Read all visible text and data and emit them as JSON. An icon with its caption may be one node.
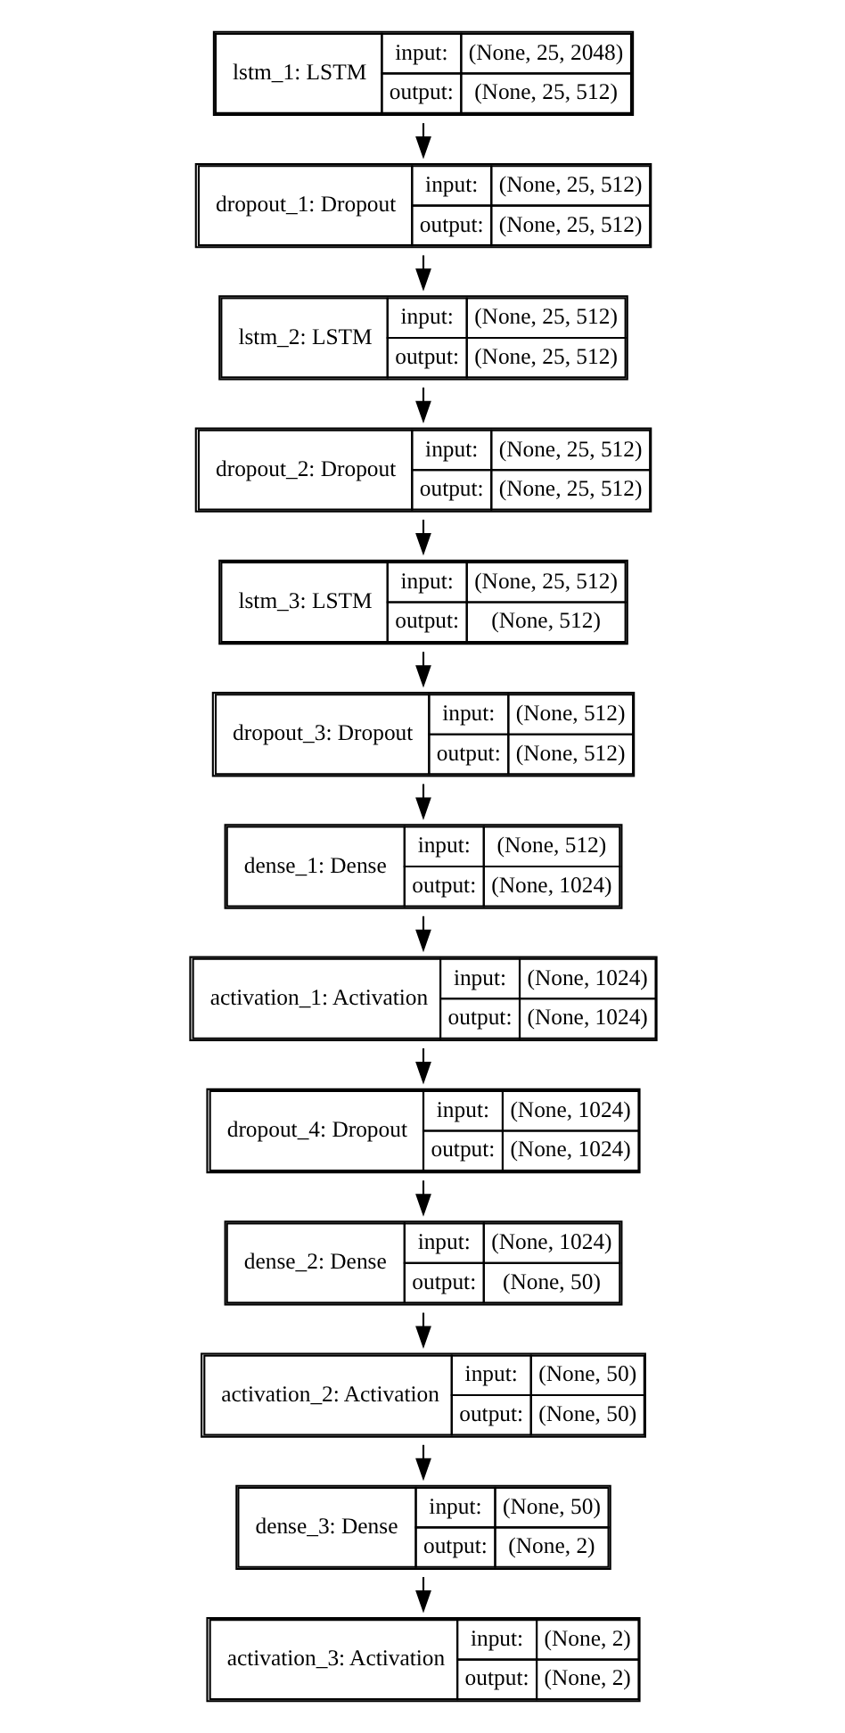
{
  "diagram": {
    "nodes": [
      {
        "text": [
          "lstm_1: LSTM",
          "input:",
          "(None, 25, 2048)",
          "output:",
          "(None, 25, 512)"
        ]
      },
      {
        "text": [
          "dropout_1: Dropout",
          "input:",
          "(None, 25, 512)",
          "output:",
          "(None, 25, 512)"
        ]
      },
      {
        "text": [
          "lstm_2: LSTM",
          "input:",
          "(None, 25, 512)",
          "output:",
          "(None, 25, 512)"
        ]
      },
      {
        "text": [
          "dropout_2: Dropout",
          "input:",
          "(None, 25, 512)",
          "output:",
          "(None, 25, 512)"
        ]
      },
      {
        "text": [
          "lstm_3: LSTM",
          "input:",
          "(None, 25, 512)",
          "output:",
          "(None, 512)"
        ]
      },
      {
        "text": [
          "dropout_3: Dropout",
          "input:",
          "(None, 512)",
          "output:",
          "(None, 512)"
        ]
      },
      {
        "text": [
          "dense_1: Dense",
          "input:",
          "(None, 512)",
          "output:",
          "(None, 1024)"
        ]
      },
      {
        "text": [
          "activation_1: Activation",
          "input:",
          "(None, 1024)",
          "output:",
          "(None, 1024)"
        ]
      },
      {
        "text": [
          "dropout_4: Dropout",
          "input:",
          "(None, 1024)",
          "output:",
          "(None, 1024)"
        ]
      },
      {
        "text": [
          "dense_2: Dense",
          "input:",
          "(None, 1024)",
          "output:",
          "(None, 50)"
        ]
      },
      {
        "text": [
          "activation_2: Activation",
          "input:",
          "(None, 50)",
          "output:",
          "(None, 50)"
        ]
      },
      {
        "text": [
          "dense_3: Dense",
          "input:",
          "(None, 50)",
          "output:",
          "(None, 2)"
        ]
      },
      {
        "text": [
          "activation_3: Activation",
          "input:",
          "(None, 2)",
          "output:",
          "(None, 2)"
        ]
      }
    ],
    "edges": [
      {
        "from": 0,
        "to": 1,
        "arrow": "to"
      },
      {
        "from": 1,
        "to": 2,
        "arrow": "to"
      },
      {
        "from": 2,
        "to": 3,
        "arrow": "to"
      },
      {
        "from": 3,
        "to": 4,
        "arrow": "to"
      },
      {
        "from": 4,
        "to": 5,
        "arrow": "to"
      },
      {
        "from": 5,
        "to": 6,
        "arrow": "to"
      },
      {
        "from": 6,
        "to": 7,
        "arrow": "to"
      },
      {
        "from": 7,
        "to": 8,
        "arrow": "to"
      },
      {
        "from": 8,
        "to": 9,
        "arrow": "to"
      },
      {
        "from": 9,
        "to": 10,
        "arrow": "to"
      },
      {
        "from": 10,
        "to": 11,
        "arrow": "to"
      },
      {
        "from": 11,
        "to": 12,
        "arrow": "to"
      }
    ]
  }
}
